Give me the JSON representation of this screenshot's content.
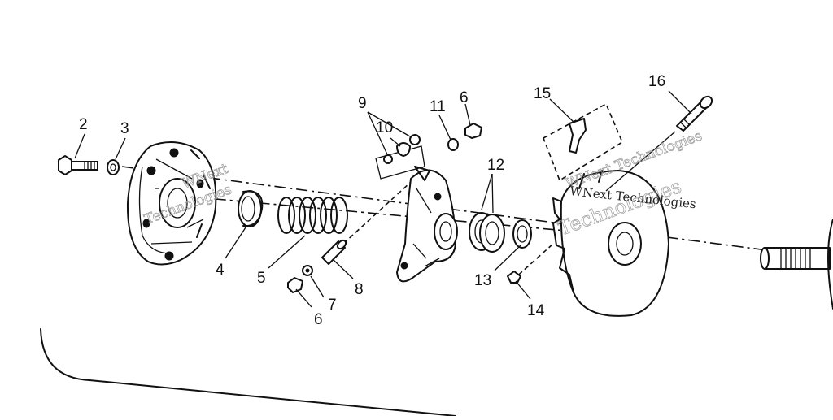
{
  "diagram": {
    "callouts": [
      {
        "id": "c2",
        "text": "2"
      },
      {
        "id": "c3",
        "text": "3"
      },
      {
        "id": "c4",
        "text": "4"
      },
      {
        "id": "c5",
        "text": "5"
      },
      {
        "id": "c6a",
        "text": "6"
      },
      {
        "id": "c6b",
        "text": "6"
      },
      {
        "id": "c7",
        "text": "7"
      },
      {
        "id": "c8",
        "text": "8"
      },
      {
        "id": "c9",
        "text": "9"
      },
      {
        "id": "c10",
        "text": "10"
      },
      {
        "id": "c11",
        "text": "11"
      },
      {
        "id": "c12",
        "text": "12"
      },
      {
        "id": "c13",
        "text": "13"
      },
      {
        "id": "c14",
        "text": "14"
      },
      {
        "id": "c15",
        "text": "15"
      },
      {
        "id": "c16",
        "text": "16"
      }
    ],
    "watermarks": [
      {
        "id": "w1",
        "text": "WNext"
      },
      {
        "id": "w2",
        "text": "Technologies"
      },
      {
        "id": "w3",
        "text": "WNext Technologies"
      },
      {
        "id": "w4",
        "text": "Technologies"
      },
      {
        "id": "w5",
        "text": "WNext Technologies"
      }
    ]
  }
}
